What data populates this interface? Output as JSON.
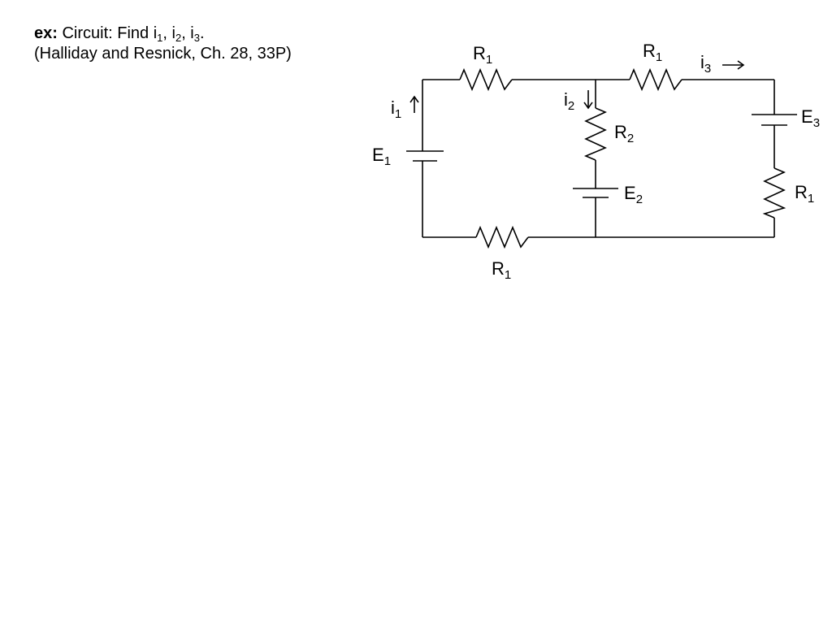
{
  "problem": {
    "ex_label": "ex:",
    "line1_text": " Circuit: Find i",
    "sub1": "1",
    "sep1": ", i",
    "sub2": "2",
    "sep2": ", i",
    "sub3": "3",
    "line1_end": ".",
    "line2": "(Halliday and Resnick, Ch. 28, 33P)"
  },
  "circuit": {
    "r1_top_left": {
      "base": "R",
      "sub": "1"
    },
    "r1_top_right": {
      "base": "R",
      "sub": "1"
    },
    "r2_middle": {
      "base": "R",
      "sub": "2"
    },
    "r1_right": {
      "base": "R",
      "sub": "1"
    },
    "r1_bottom": {
      "base": "R",
      "sub": "1"
    },
    "e1": {
      "base": "E",
      "sub": "1"
    },
    "e2": {
      "base": "E",
      "sub": "2"
    },
    "e3": {
      "base": "E",
      "sub": "3"
    },
    "i1": {
      "base": "i",
      "sub": "1"
    },
    "i2": {
      "base": "i",
      "sub": "2"
    },
    "i3": {
      "base": "i",
      "sub": "3"
    }
  }
}
